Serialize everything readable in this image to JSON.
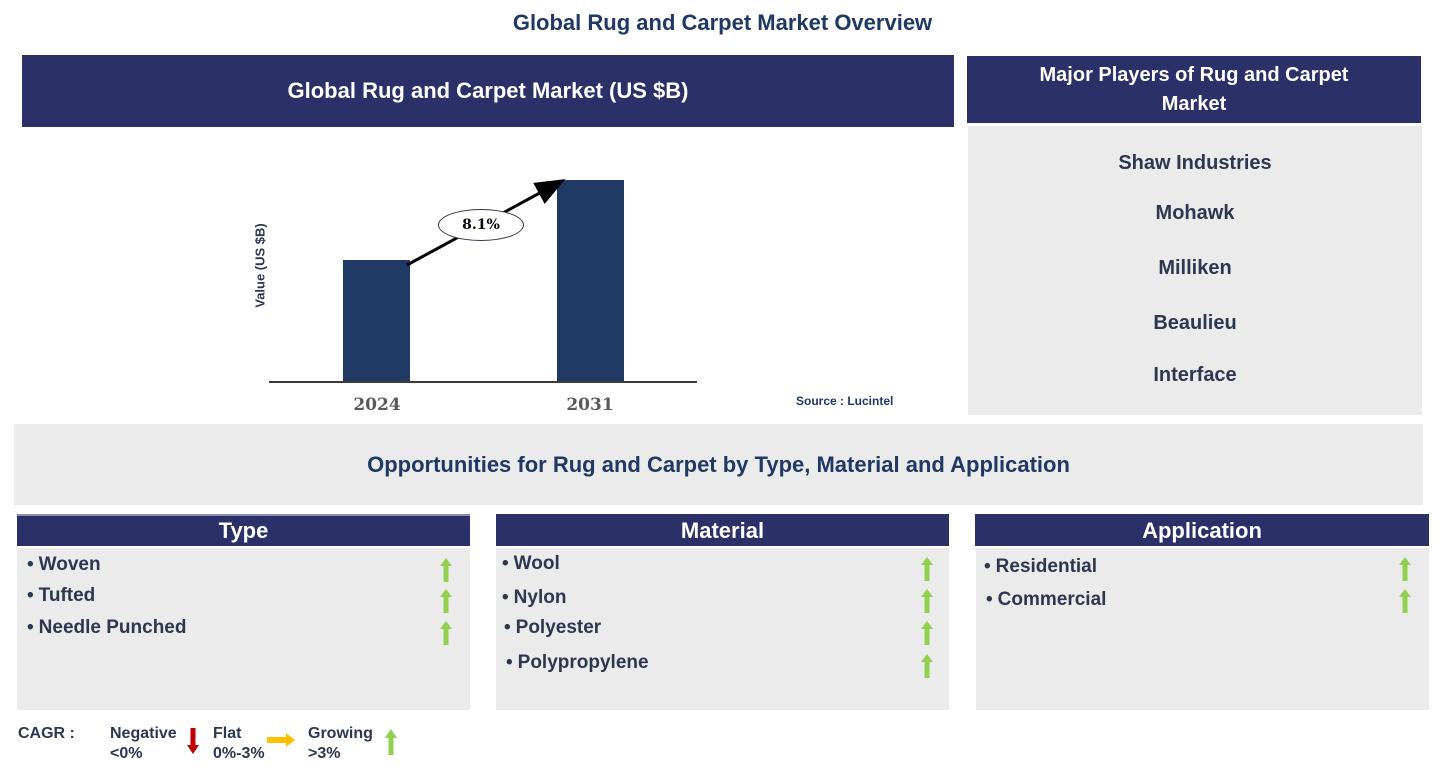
{
  "page": {
    "title": "Global Rug and Carpet Market Overview"
  },
  "market_chart": {
    "header": "Global Rug and Carpet Market (US $B)",
    "y_axis_label": "Value (US $B)",
    "cagr_label": "8.1%",
    "source": "Source : Lucintel",
    "bars": [
      {
        "year": "2024"
      },
      {
        "year": "2031"
      }
    ]
  },
  "chart_data": {
    "type": "bar",
    "title": "Global Rug and Carpet Market (US $B)",
    "categories": [
      "2024",
      "2031"
    ],
    "values": [
      1.0,
      1.67
    ],
    "values_note": "relative heights only; no numeric axis shown",
    "xlabel": "",
    "ylabel": "Value (US $B)",
    "annotations": [
      {
        "text": "8.1%",
        "type": "CAGR arrow from 2024 to 2031"
      }
    ],
    "grid": false,
    "legend": null,
    "source": "Source : Lucintel"
  },
  "major_players": {
    "header": "Major Players of Rug and Carpet Market",
    "items": [
      "Shaw Industries",
      "Mohawk",
      "Milliken",
      "Beaulieu",
      "Interface"
    ]
  },
  "opportunities": {
    "banner": "Opportunities for Rug and Carpet by Type, Material and Application",
    "segments": [
      {
        "title": "Type",
        "items": [
          {
            "label": "Woven",
            "trend": "growing"
          },
          {
            "label": "Tufted",
            "trend": "growing"
          },
          {
            "label": "Needle Punched",
            "trend": "growing"
          }
        ]
      },
      {
        "title": "Material",
        "items": [
          {
            "label": "Wool",
            "trend": "growing"
          },
          {
            "label": "Nylon",
            "trend": "growing"
          },
          {
            "label": "Polyester",
            "trend": "growing"
          },
          {
            "label": "Polypropylene",
            "trend": "growing"
          }
        ]
      },
      {
        "title": "Application",
        "items": [
          {
            "label": "Residential",
            "trend": "growing"
          },
          {
            "label": "Commercial",
            "trend": "growing"
          }
        ]
      }
    ]
  },
  "legend": {
    "label": "CAGR :",
    "negative": {
      "line1": "Negative",
      "line2": "<0%",
      "color": "#c00000"
    },
    "flat": {
      "line1": "Flat",
      "line2": "0%-3%",
      "color": "#ffc000"
    },
    "growing": {
      "line1": "Growing",
      "line2": ">3%",
      "color": "#92d050"
    }
  },
  "colors": {
    "navy_header": "#2c3068",
    "bar": "#203864",
    "panel_bg": "#ebebeb",
    "title_text": "#1f3864",
    "growth_arrow": "#92d050"
  },
  "bullet": "•"
}
